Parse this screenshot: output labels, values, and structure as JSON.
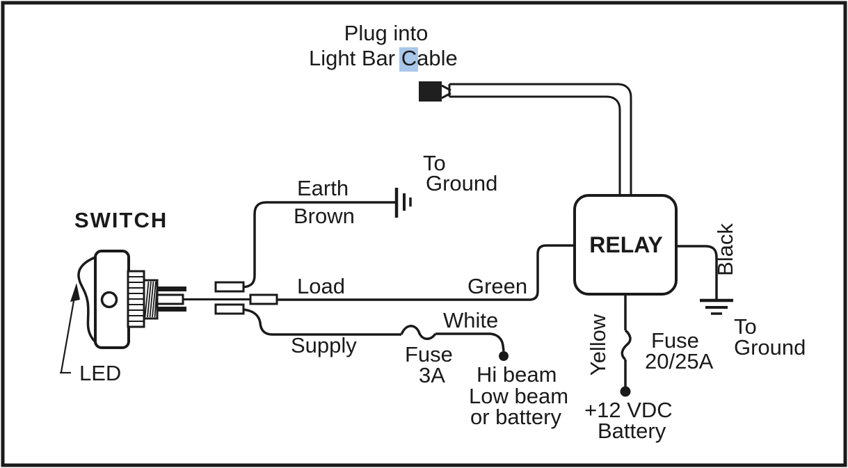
{
  "colors": {
    "background": "#ffffff",
    "border": "#1a1a1a",
    "line": "#1a1a1a",
    "text": "#1a1a1a",
    "selection_highlight": "#a9c7e8",
    "plug_fill": "#1f1f1f"
  },
  "title": {
    "line1": "Plug into",
    "line2_before": "Light Bar ",
    "line2_highlighted": "C",
    "line2_after": "able"
  },
  "switch": {
    "label": "SWITCH",
    "led_label": "LED"
  },
  "relay": {
    "label": "RELAY"
  },
  "wire_labels": {
    "earth": "Earth",
    "brown": "Brown",
    "load": "Load",
    "green": "Green",
    "white": "White",
    "supply": "Supply",
    "black": "Black",
    "yellow": "Yellow"
  },
  "annotations": {
    "to_ground_top": {
      "line1": "To",
      "line2": "Ground"
    },
    "to_ground_right": {
      "line1": "To",
      "line2": "Ground"
    },
    "fuse_3a": {
      "line1": "Fuse",
      "line2": "3A"
    },
    "fuse_20_25a": {
      "line1": "Fuse",
      "line2": "20/25A"
    },
    "load_destination": {
      "line1": "Hi beam",
      "line2": "Low beam",
      "line3": "or battery"
    },
    "battery": {
      "line1": "+12 VDC",
      "line2": "Battery"
    }
  }
}
